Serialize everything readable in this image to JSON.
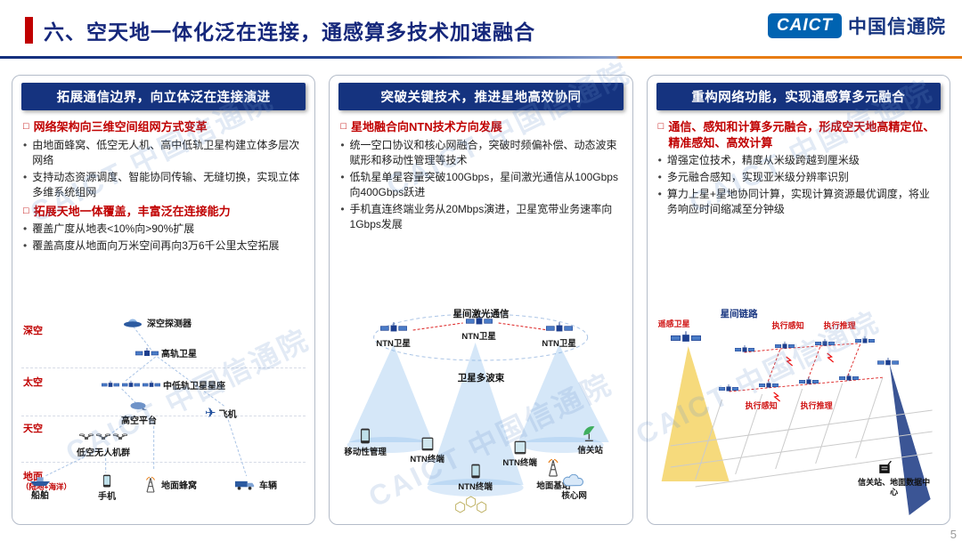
{
  "page": {
    "title": "六、空天地一体化泛在连接，通感算多技术加速融合",
    "page_number": "5",
    "watermark": "CAICT 中国信通院"
  },
  "logo": {
    "abbr": "CAICT",
    "name": "中国信通院"
  },
  "markers": {
    "heading": "□",
    "bullet": "•",
    "plane": "✈"
  },
  "col1": {
    "header": "拓展通信边界，向立体泛在连接演进",
    "h1": "网络架构向三维空间组网方式变革",
    "b1": "由地面蜂窝、低空无人机、高中低轨卫星构建立体多层次网络",
    "b2": "支持动态资源调度、智能协同传输、无缝切换，实现立体多维系统组网",
    "h2": "拓展天地一体覆盖，丰富泛在连接能力",
    "b3": "覆盖广度从地表<10%向>90%扩展",
    "b4": "覆盖高度从地面向万米空间再向3万6千公里太空拓展",
    "diagram": {
      "layer1": "深空",
      "layer2": "太空",
      "layer3": "天空",
      "layer4": "地面",
      "layer4b": "（陆地+海洋）",
      "probe": "深空探测器",
      "geo_sat": "高轨卫星",
      "leo_sat": "中低轨卫星星座",
      "haps": "高空平台",
      "plane": "飞机",
      "drones": "低空无人机群",
      "ship": "船舶",
      "phone": "手机",
      "cell": "地面蜂窝",
      "vehicle": "车辆"
    }
  },
  "col2": {
    "header": "突破关键技术，推进星地高效协同",
    "h1": "星地融合向NTN技术方向发展",
    "b1": "统一空口协议和核心网融合，突破时频偏补偿、动态波束赋形和移动性管理等技术",
    "b2": "低轨星单星容量突破100Gbps，星间激光通信从100Gbps向400Gbps跃进",
    "b3": "手机直连终端业务从20Mbps演进，卫星宽带业务速率向1Gbps发展",
    "diagram": {
      "laser": "星间激光通信",
      "sat": "NTN卫星",
      "beam": "卫星多波束",
      "terminal": "NTN终端",
      "mobility": "移动性管理",
      "bs": "地面基站",
      "core": "核心网",
      "gw": "信关站"
    }
  },
  "col3": {
    "header": "重构网络功能，实现通感算多元融合",
    "h1": "通信、感知和计算多元融合，形成空天地高精定位、精准感知、高效计算",
    "b1": "增强定位技术，精度从米级跨越到厘米级",
    "b2": "多元融合感知，实现亚米级分辨率识别",
    "b3": "算力上星+星地协同计算，实现计算资源最优调度，将业务响应时间缩减至分钟级",
    "diagram": {
      "rs_sat": "遥感卫星",
      "isl": "星间链路",
      "sense": "执行感知",
      "infer": "执行推理",
      "gw": "信关站、地面数据中心"
    }
  }
}
